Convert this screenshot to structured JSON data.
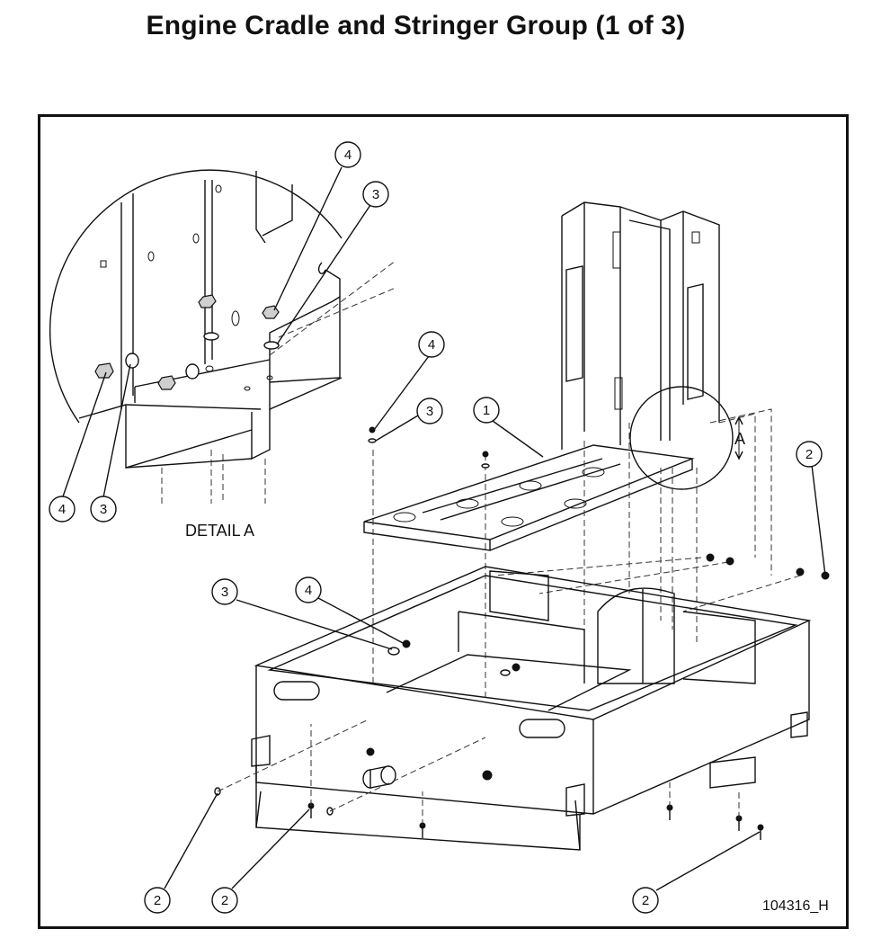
{
  "title": "Engine Cradle and Stringer Group (1 of 3)",
  "detail_label": "DETAIL A",
  "detail_marker": "A",
  "drawing_number": "104316_H",
  "callouts": [
    "1",
    "2",
    "2",
    "2",
    "2",
    "3",
    "3",
    "3",
    "3",
    "4",
    "4",
    "4",
    "4"
  ]
}
